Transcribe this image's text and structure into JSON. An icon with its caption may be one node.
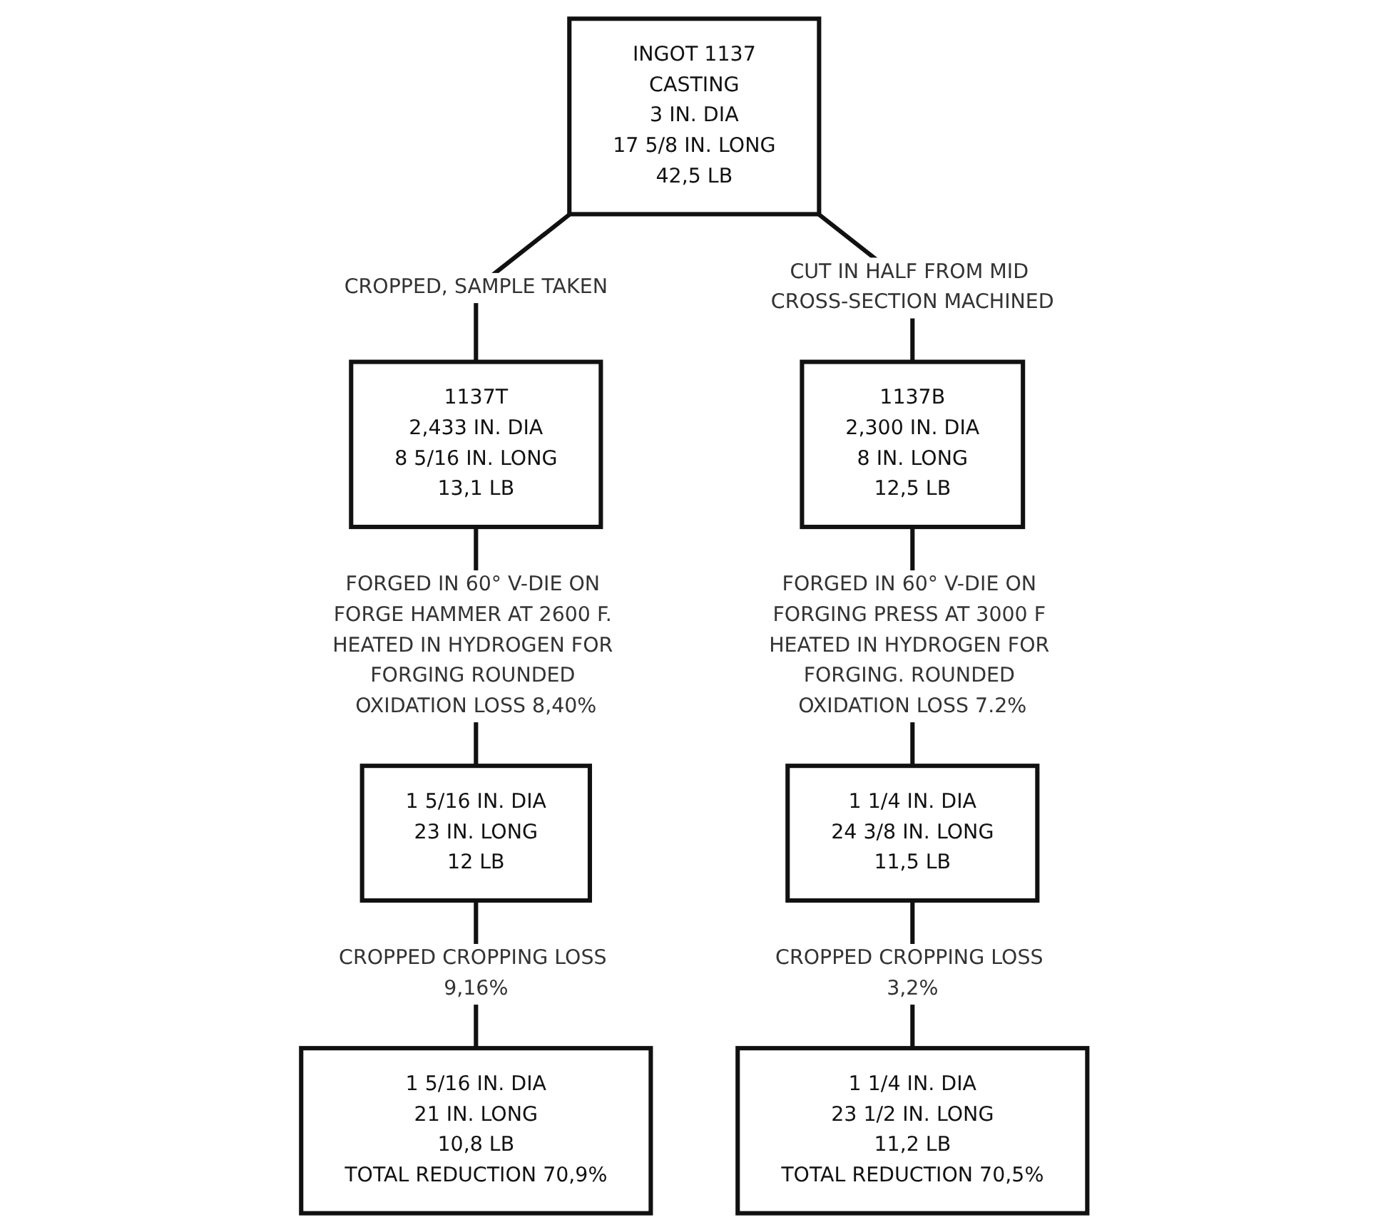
{
  "diagram": {
    "nodes": [
      {
        "text": [
          "INGOT 1137",
          "CASTING",
          "3 IN. DIA",
          "17 5/8 IN. LONG",
          "42,5 LB"
        ]
      },
      {
        "text": [
          "1137T",
          "2,433 IN. DIA",
          "8 5/16 IN. LONG",
          "13,1 LB"
        ]
      },
      {
        "text": [
          "1137B",
          "2,300 IN. DIA",
          "8 IN. LONG",
          "12,5 LB"
        ]
      },
      {
        "text": [
          "1 5/16 IN. DIA",
          "23 IN. LONG",
          "12 LB"
        ]
      },
      {
        "text": [
          "1 1/4 IN. DIA",
          "24 3/8 IN. LONG",
          "11,5 LB"
        ]
      },
      {
        "text": [
          "1 5/16 IN. DIA",
          "21 IN. LONG",
          "10,8 LB",
          "TOTAL REDUCTION 70,9%"
        ]
      },
      {
        "text": [
          "1 1/4 IN. DIA",
          "23 1/2 IN. LONG",
          "11,2 LB",
          "TOTAL REDUCTION 70,5%"
        ]
      }
    ],
    "edges": [
      {
        "from": 0,
        "to": 1,
        "arrow": "none",
        "label": "CROPPED, SAMPLE TAKEN"
      },
      {
        "from": 0,
        "to": 2,
        "arrow": "none",
        "label": "CUT IN HALF FROM MID CROSS-SECTION MACHINED"
      },
      {
        "from": 1,
        "to": 3,
        "arrow": "none",
        "label": "FORGED IN 60° V-DIE ON FORGE HAMMER AT 2600 F. HEATED IN HYDROGEN FOR FORGING ROUNDED OXIDATION LOSS 8,40%"
      },
      {
        "from": 2,
        "to": 4,
        "arrow": "none",
        "label": "FORGED IN 60° V-DIE ON FORGING PRESS AT 3000 F HEATED IN HYDROGEN FOR FORGING. ROUNDED OXIDATION LOSS 7.2%"
      },
      {
        "from": 3,
        "to": 5,
        "arrow": "none",
        "label": "CROPPED CROPPING LOSS 9,16%"
      },
      {
        "from": 4,
        "to": 6,
        "arrow": "none",
        "label": "CROPPED CROPPING LOSS 3,2%"
      }
    ]
  }
}
